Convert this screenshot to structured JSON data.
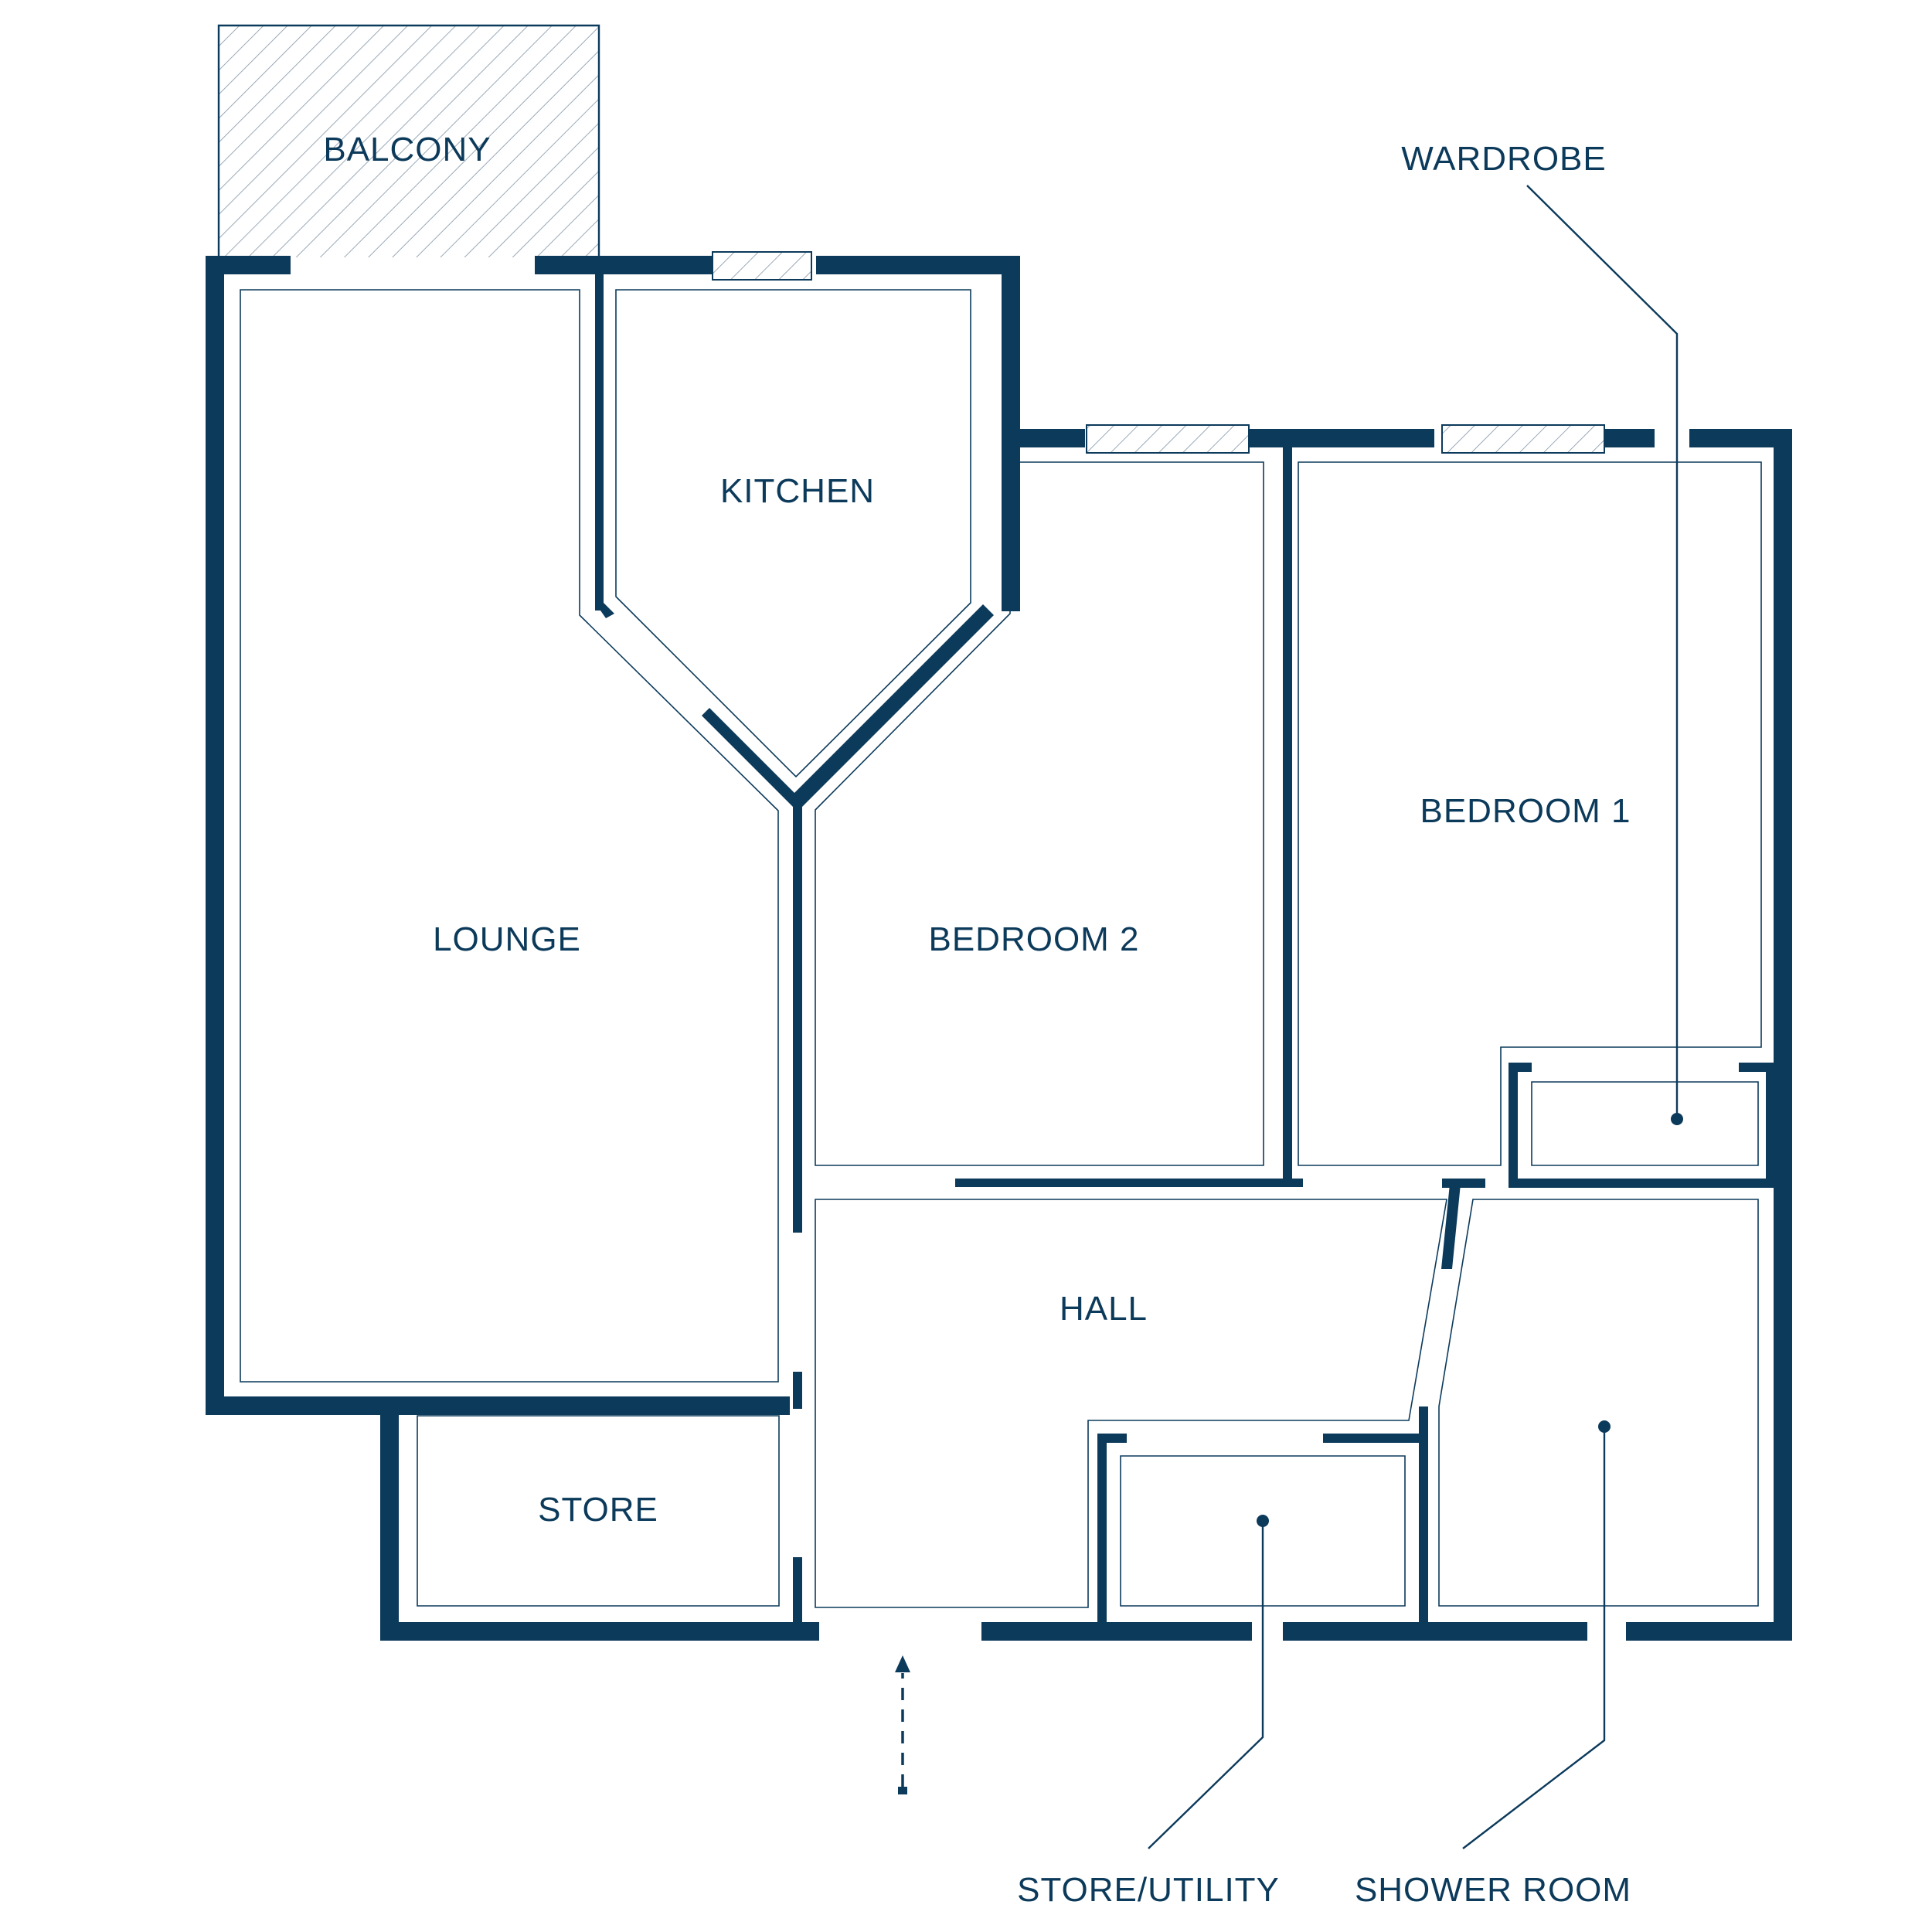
{
  "plan": {
    "rooms": {
      "balcony": "BALCONY",
      "kitchen": "KITCHEN",
      "lounge": "LOUNGE",
      "bedroom2": "BEDROOM 2",
      "bedroom1": "BEDROOM 1",
      "hall": "HALL",
      "store": "STORE"
    },
    "callouts": {
      "wardrobe": "WARDROBE",
      "store_utility": "STORE/UTILITY",
      "shower_room": "SHOWER ROOM"
    }
  },
  "colors": {
    "wall": "#0c3a5b",
    "background": "#ffffff"
  }
}
